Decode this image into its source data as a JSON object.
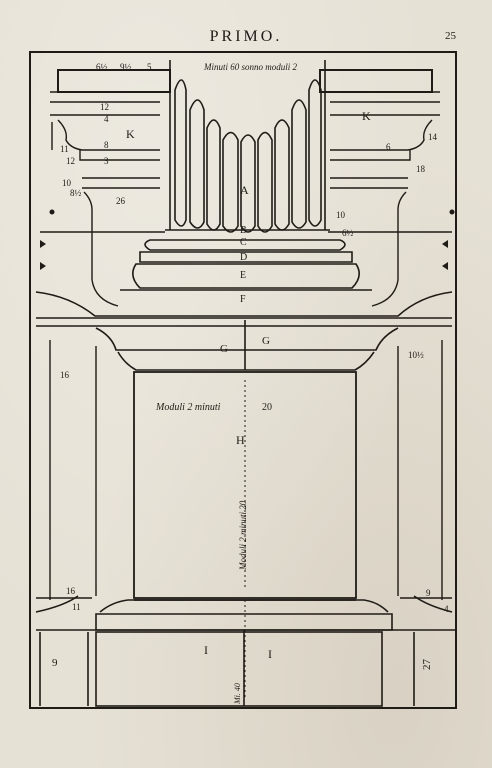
{
  "header": {
    "title": "PRIMO.",
    "page_number": "25"
  },
  "plate": {
    "top_caption": "Minuti 60 sonno moduli 2",
    "pedestal_caption": "Moduli 2 minuti",
    "pedestal_caption_value": "20",
    "vertical_caption": "Moduli 2 minuti 20",
    "bottom_vertical": "Mi. 40",
    "letters": {
      "A": "A",
      "B": "B",
      "C": "C",
      "D": "D",
      "E": "E",
      "F": "F",
      "G": "G",
      "H": "H",
      "I": "I",
      "K": "K"
    },
    "measures": {
      "m1": "6½",
      "m2": "9½",
      "m3": "5",
      "m4": "12",
      "m5": "4",
      "m6": "8",
      "m7": "3",
      "m8": "11",
      "m9": "12",
      "m10": "10",
      "m11": "8½",
      "m12": "26",
      "m13": "10",
      "m14": "6½",
      "m15": "16",
      "m16": "10½",
      "m17": "16",
      "m18": "11",
      "m19": "9",
      "m20": "27",
      "m21": "9",
      "m22": "18",
      "m23": "6",
      "m24": "14",
      "m25": "4"
    }
  }
}
